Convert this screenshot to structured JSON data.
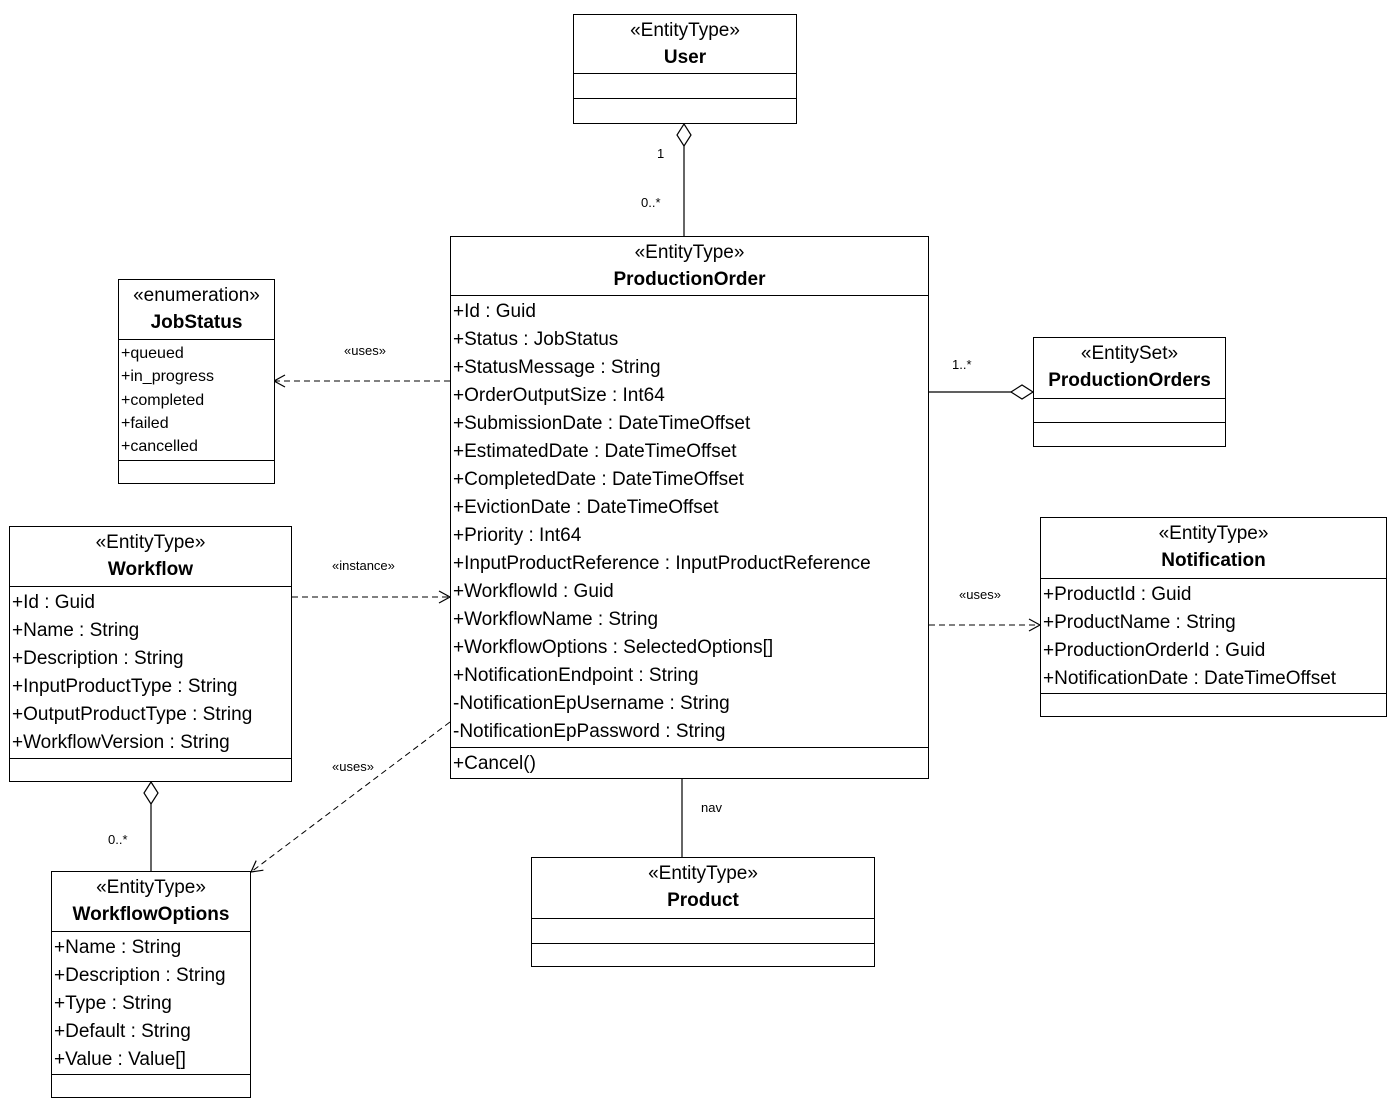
{
  "classes": {
    "user": {
      "stereotype": "«EntityType»",
      "name": "User"
    },
    "production_order": {
      "stereotype": "«EntityType»",
      "name": "ProductionOrder",
      "attributes": [
        "+Id : Guid",
        "+Status : JobStatus",
        "+StatusMessage : String",
        "+OrderOutputSize : Int64",
        "+SubmissionDate : DateTimeOffset",
        "+EstimatedDate : DateTimeOffset",
        "+CompletedDate : DateTimeOffset",
        "+EvictionDate : DateTimeOffset",
        "+Priority : Int64",
        "+InputProductReference : InputProductReference",
        "+WorkflowId : Guid",
        "+WorkflowName : String",
        "+WorkflowOptions : SelectedOptions[]",
        "+NotificationEndpoint : String",
        "-NotificationEpUsername : String",
        "-NotificationEpPassword : String"
      ],
      "operations": [
        "+Cancel()"
      ]
    },
    "job_status": {
      "stereotype": "«enumeration»",
      "name": "JobStatus",
      "attributes": [
        "+queued",
        "+in_progress",
        "+completed",
        "+failed",
        "+cancelled"
      ]
    },
    "production_orders": {
      "stereotype": "«EntitySet»",
      "name": "ProductionOrders"
    },
    "workflow": {
      "stereotype": "«EntityType»",
      "name": "Workflow",
      "attributes": [
        "+Id : Guid",
        "+Name : String",
        "+Description : String",
        "+InputProductType : String",
        "+OutputProductType : String",
        "+WorkflowVersion : String"
      ]
    },
    "notification": {
      "stereotype": "«EntityType»",
      "name": "Notification",
      "attributes": [
        "+ProductId : Guid",
        "+ProductName : String",
        "+ProductionOrderId : Guid",
        "+NotificationDate : DateTimeOffset"
      ]
    },
    "workflow_options": {
      "stereotype": "«EntityType»",
      "name": "WorkflowOptions",
      "attributes": [
        "+Name : String",
        "+Description : String",
        "+Type : String",
        "+Default : String",
        "+Value : Value[]"
      ]
    },
    "product": {
      "stereotype": "«EntityType»",
      "name": "Product"
    }
  },
  "labels": {
    "user_mult": "1",
    "order_mult": "0..*",
    "uses_jobstatus": "«uses»",
    "instance": "«instance»",
    "uses_notification": "«uses»",
    "uses_options": "«uses»",
    "sets_mult": "1..*",
    "options_mult": "0..*",
    "nav": "nav"
  }
}
